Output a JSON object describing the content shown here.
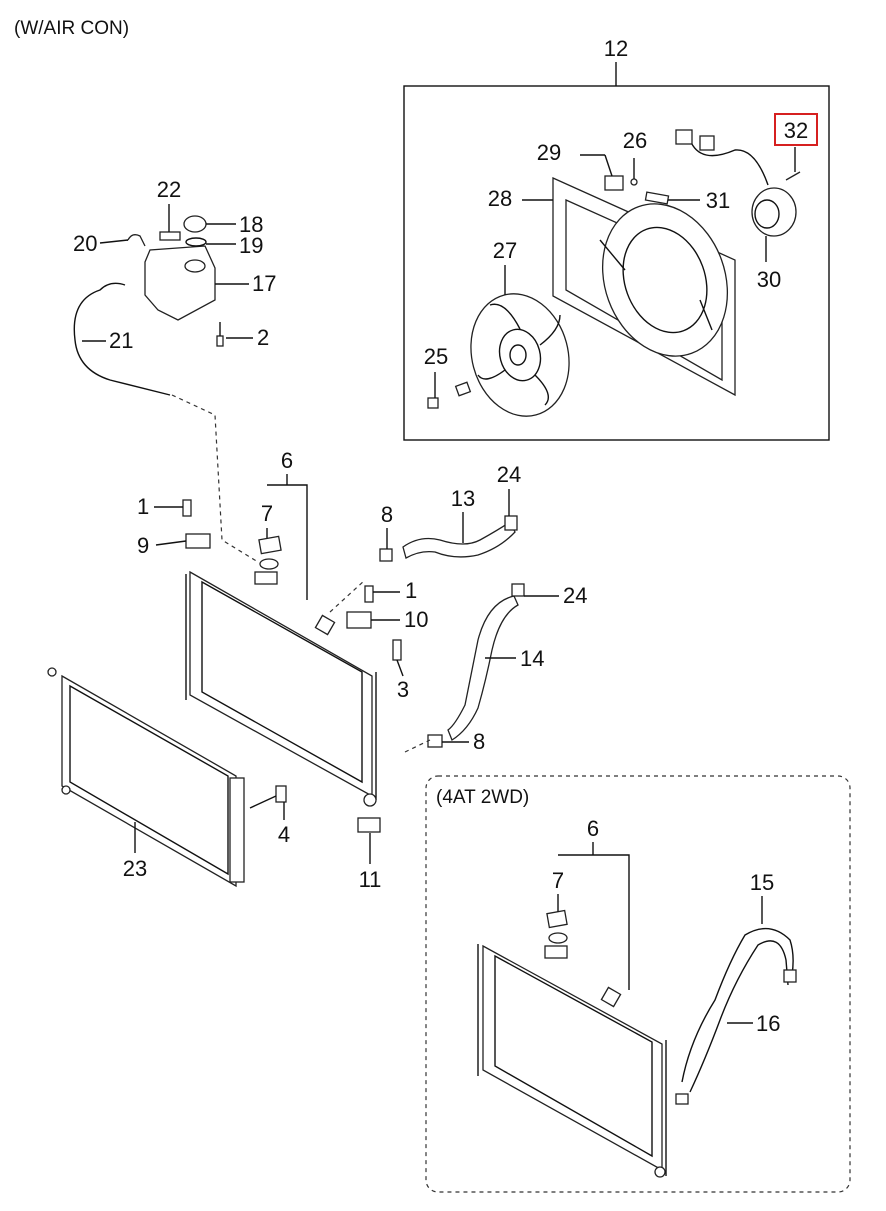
{
  "title": "(W/AIR CON)",
  "inset_title": "(4AT 2WD)",
  "highlight_color": "#d62020",
  "callouts": {
    "c1a": "1",
    "c1b": "1",
    "c2": "2",
    "c3": "3",
    "c4": "4",
    "c6a": "6",
    "c6b": "6",
    "c7a": "7",
    "c7b": "7",
    "c8a": "8",
    "c8b": "8",
    "c9": "9",
    "c10": "10",
    "c11": "11",
    "c12": "12",
    "c13": "13",
    "c14": "14",
    "c15": "15",
    "c16": "16",
    "c17": "17",
    "c18": "18",
    "c19": "19",
    "c20": "20",
    "c21": "21",
    "c22": "22",
    "c23": "23",
    "c24a": "24",
    "c24b": "24",
    "c25": "25",
    "c26": "26",
    "c27": "27",
    "c28": "28",
    "c29": "29",
    "c30": "30",
    "c31": "31",
    "c32": "32"
  }
}
